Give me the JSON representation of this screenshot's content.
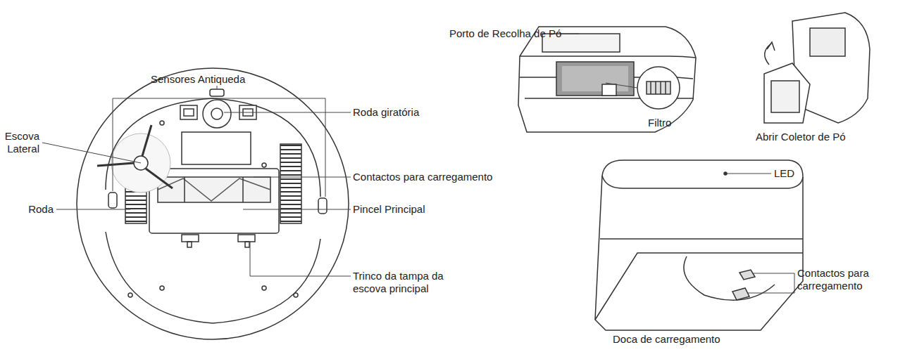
{
  "diagram": {
    "labels": [
      "Porto de Recolha de Pó",
      "Sensores Antiqueda",
      "Roda giratória",
      "Filtro",
      "Abrir Coletor de Pó",
      "Escova Lateral",
      "LED",
      "Contactos para carregamento",
      "Roda",
      "Pincel Principal",
      "Trinco da tampa da escova principal",
      "Contactos para carregamento",
      "Doca de carregamento"
    ]
  }
}
